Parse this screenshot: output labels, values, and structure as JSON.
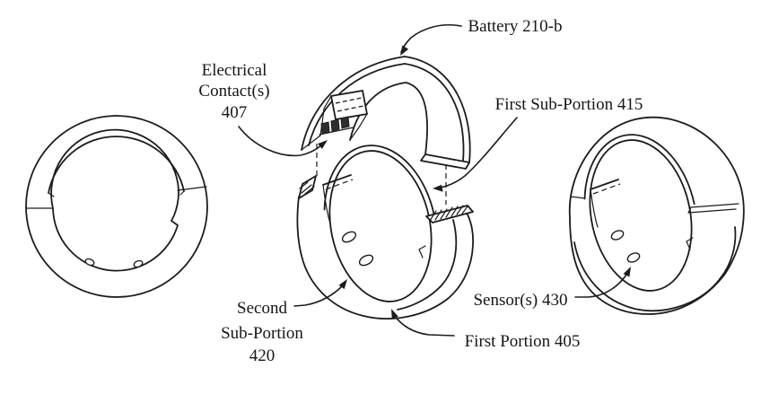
{
  "figure": {
    "description": "Patent-style exploded and assembled views of a smart ring",
    "colors": {
      "ink": "#1c1c1c",
      "background": "#ffffff"
    }
  },
  "labels": {
    "battery": {
      "text": "Battery 210-b"
    },
    "electrical_contacts": {
      "line1": "Electrical",
      "line2": "Contact(s)",
      "line3": "407"
    },
    "first_sub_portion": {
      "text": "First Sub-Portion 415"
    },
    "second_sub_portion": {
      "line1": "Second",
      "line2": "Sub-Portion",
      "line3": "420"
    },
    "sensors": {
      "text": "Sensor(s) 430"
    },
    "first_portion": {
      "text": "First Portion 405"
    }
  }
}
